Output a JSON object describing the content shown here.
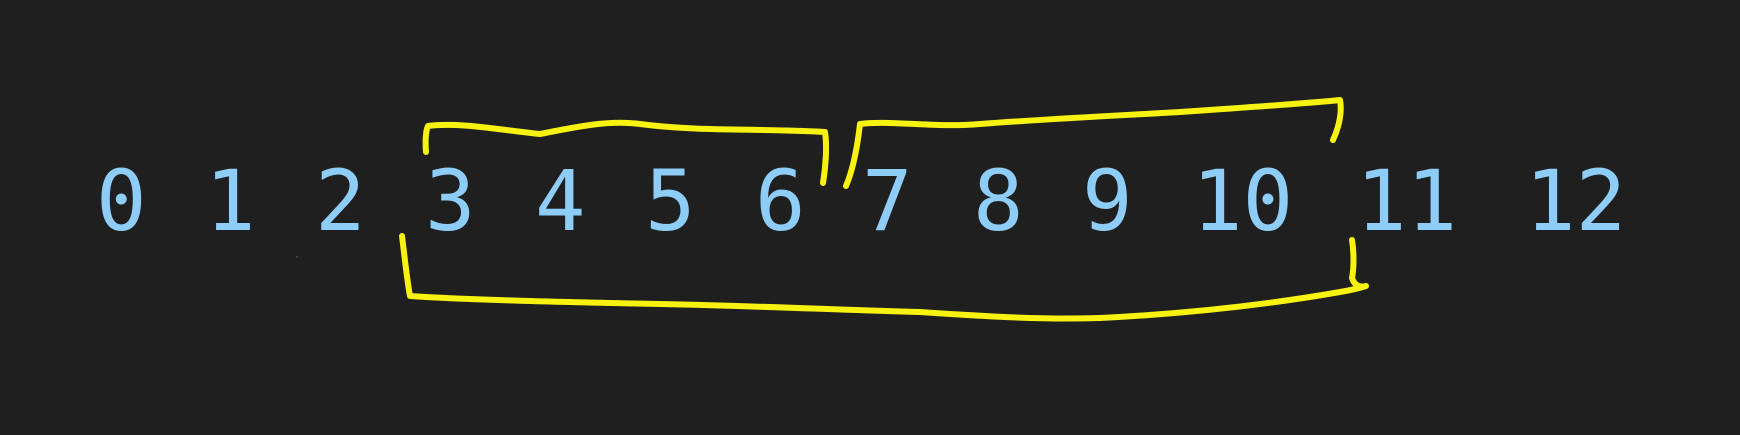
{
  "numbers": [
    "0",
    "1",
    "2",
    "3",
    "4",
    "5",
    "6",
    "7",
    "8",
    "9",
    "10",
    "11",
    "12"
  ],
  "colors": {
    "background": "#1f1f1f",
    "number_text": "#8ecdf7",
    "bracket_stroke": "#f7f20f"
  }
}
